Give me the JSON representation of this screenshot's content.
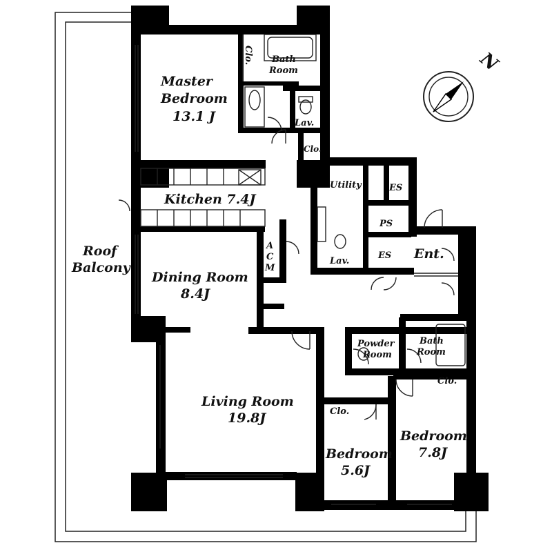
{
  "compass": {
    "north_label": "N"
  },
  "rooms": {
    "master_bedroom": {
      "line1": "Master",
      "line2": "Bedroom",
      "size": "13.1 J"
    },
    "master_bath": {
      "line1": "Bath",
      "line2": "Room"
    },
    "master_closet": "Clo.",
    "master_lav": "Lav.",
    "hall_closet": "Clo.",
    "kitchen": "Kitchen 7.4J",
    "utility": "Utility",
    "es_top": "ES",
    "ps": "PS",
    "lav2": "Lav.",
    "es_mid": "ES",
    "entrance": "Ent.",
    "acm": [
      "A",
      "C",
      "M"
    ],
    "roof_balcony": {
      "line1": "Roof",
      "line2": "Balcony"
    },
    "dining_room": {
      "line1": "Dining Room",
      "line2": "8.4J"
    },
    "living_room": {
      "line1": "Living Room",
      "line2": "19.8J"
    },
    "powder_room": {
      "line1": "Powder",
      "line2": "Room"
    },
    "bath2": {
      "line1": "Bath",
      "line2": "Room"
    },
    "bedroom_closet_right": "Clo.",
    "bedroom_closet_left": "Clo.",
    "bedroom_small": {
      "line1": "Bedroom",
      "line2": "5.6J"
    },
    "bedroom_large": {
      "line1": "Bedroom",
      "line2": "7.8J"
    }
  }
}
